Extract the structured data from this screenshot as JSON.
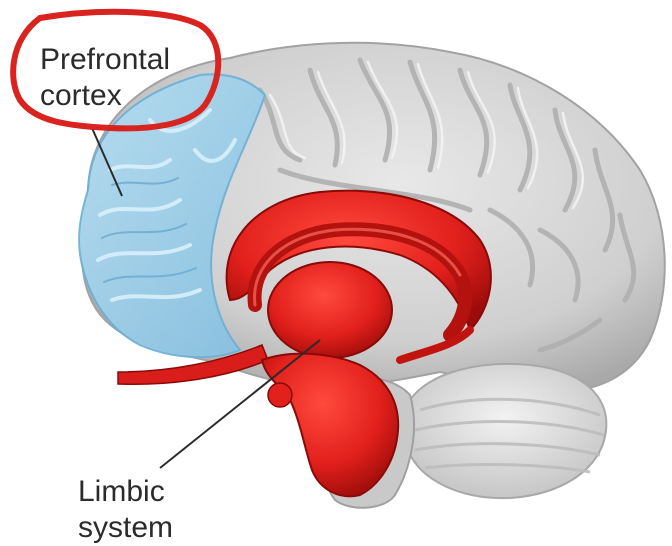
{
  "labels": {
    "prefrontal_cortex": {
      "line1": "Prefrontal",
      "line2": "cortex"
    },
    "limbic_system": {
      "line1": "Limbic",
      "line2": "system"
    }
  },
  "colors": {
    "cortex_gray": "#d4d4d4",
    "cortex_shadow": "#9c9c9c",
    "prefrontal_blue": "#9fd0ea",
    "limbic_red": "#e2201c",
    "circle_red": "#d8231f",
    "text": "#2b2b2b"
  },
  "icons": [
    "brain-illustration"
  ]
}
